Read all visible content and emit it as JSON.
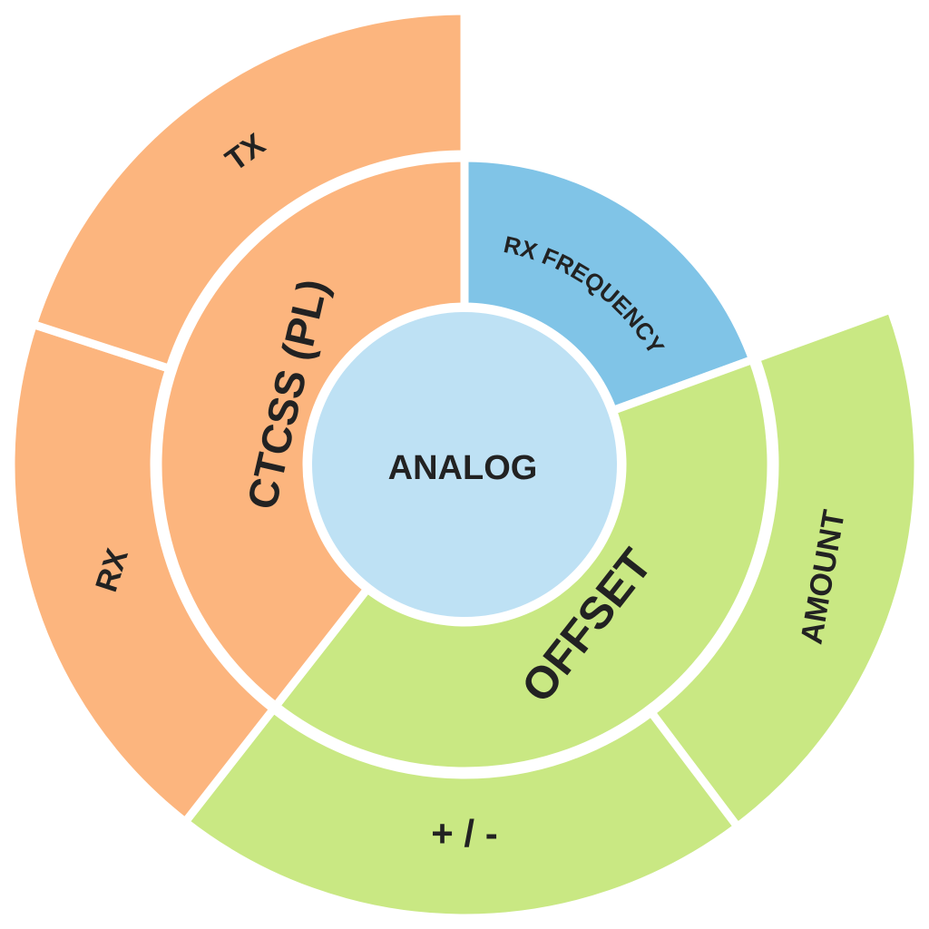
{
  "center": {
    "label": "ANALOG",
    "color": "#BEE1F4"
  },
  "ring_inner": [
    {
      "label": "RX FREQUENCY",
      "color": "#80C4E7"
    },
    {
      "label": "OFFSET",
      "color": "#C9E883"
    },
    {
      "label": "CTCSS (PL)",
      "color": "#FCB57E"
    }
  ],
  "ring_outer": [
    {
      "label": "AMOUNT",
      "color": "#C9E883"
    },
    {
      "label": "+ / -",
      "color": "#C9E883"
    },
    {
      "label": "RX",
      "color": "#FCB57E"
    },
    {
      "label": "TX",
      "color": "#FCB57E"
    }
  ]
}
